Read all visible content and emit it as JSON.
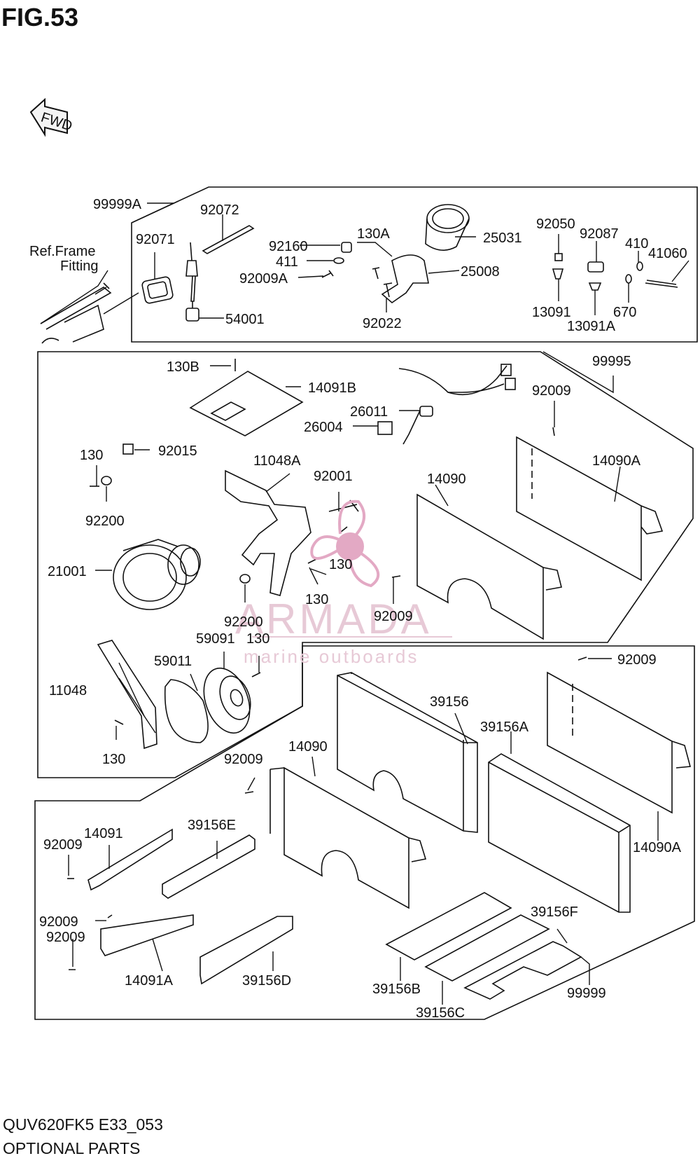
{
  "figure": {
    "title": "FIG.53"
  },
  "fwd_marker": {
    "text": "FWD"
  },
  "footer": {
    "model_code": "QUV620FK5 E33_053",
    "section_name": "OPTIONAL PARTS"
  },
  "watermark": {
    "brand": "ARMADA",
    "tagline": "marine outboards"
  },
  "reference": {
    "line1": "Ref.Frame",
    "line2": "Fitting"
  },
  "labels": {
    "p99999A": "99999A",
    "p92072": "92072",
    "p92071": "92071",
    "p92160": "92160",
    "p130A": "130A",
    "p25031": "25031",
    "p411": "411",
    "p92009A": "92009A",
    "p25008": "25008",
    "p54001": "54001",
    "p92022": "92022",
    "p92050": "92050",
    "p92087": "92087",
    "p410": "410",
    "p41060": "41060",
    "p13091": "13091",
    "p13091A": "13091A",
    "p670": "670",
    "p130B": "130B",
    "p14091B": "14091B",
    "p99995": "99995",
    "p26011": "26011",
    "p26004": "26004",
    "p92009_a": "92009",
    "p14090A_a": "14090A",
    "p130_a": "130",
    "p92015": "92015",
    "p11048A": "11048A",
    "p92001": "92001",
    "p14090_a": "14090",
    "p92200_a": "92200",
    "p21001": "21001",
    "p130_b": "130",
    "p130_c": "130",
    "p92200_b": "92200",
    "p92009_b": "92009",
    "p59091": "59091",
    "p130_d": "130",
    "p59011": "59011",
    "p11048": "11048",
    "p130_e": "130",
    "p92009_c": "92009",
    "p39156": "39156",
    "p39156A": "39156A",
    "p14090_b": "14090",
    "p92009_d": "92009",
    "p14091": "14091",
    "p39156E": "39156E",
    "p92009_e": "92009",
    "p14090A_b": "14090A",
    "p92009_f": "92009",
    "p92009_g": "92009",
    "p39156F": "39156F",
    "p14091A": "14091A",
    "p39156D": "39156D",
    "p39156B": "39156B",
    "p99999": "99999",
    "p39156C": "39156C"
  }
}
